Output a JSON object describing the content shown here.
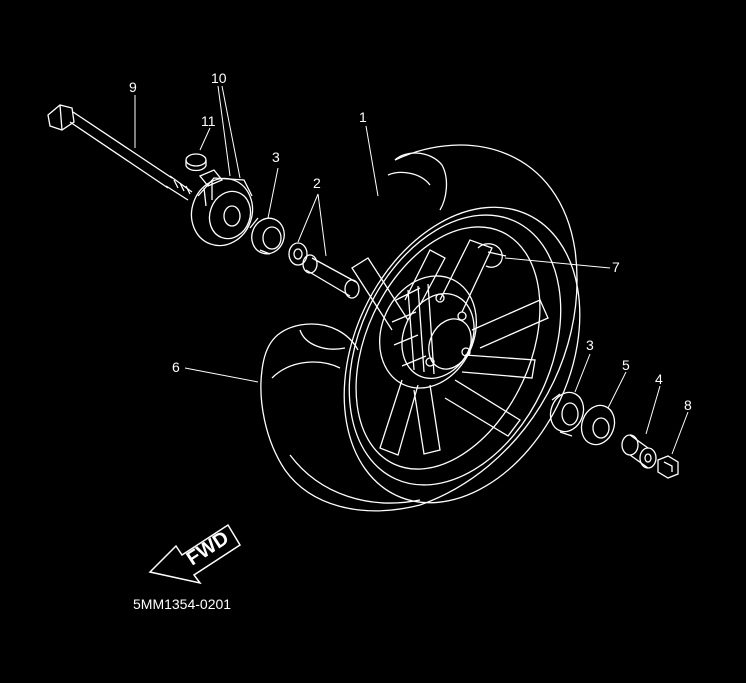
{
  "diagram": {
    "part_code": "5MM1354-0201",
    "direction_label": "FWD",
    "callouts": [
      "1",
      "2",
      "3",
      "3",
      "4",
      "5",
      "6",
      "7",
      "8",
      "9",
      "10",
      "11"
    ],
    "colors": {
      "background": "#000000",
      "line": "#ffffff"
    }
  }
}
